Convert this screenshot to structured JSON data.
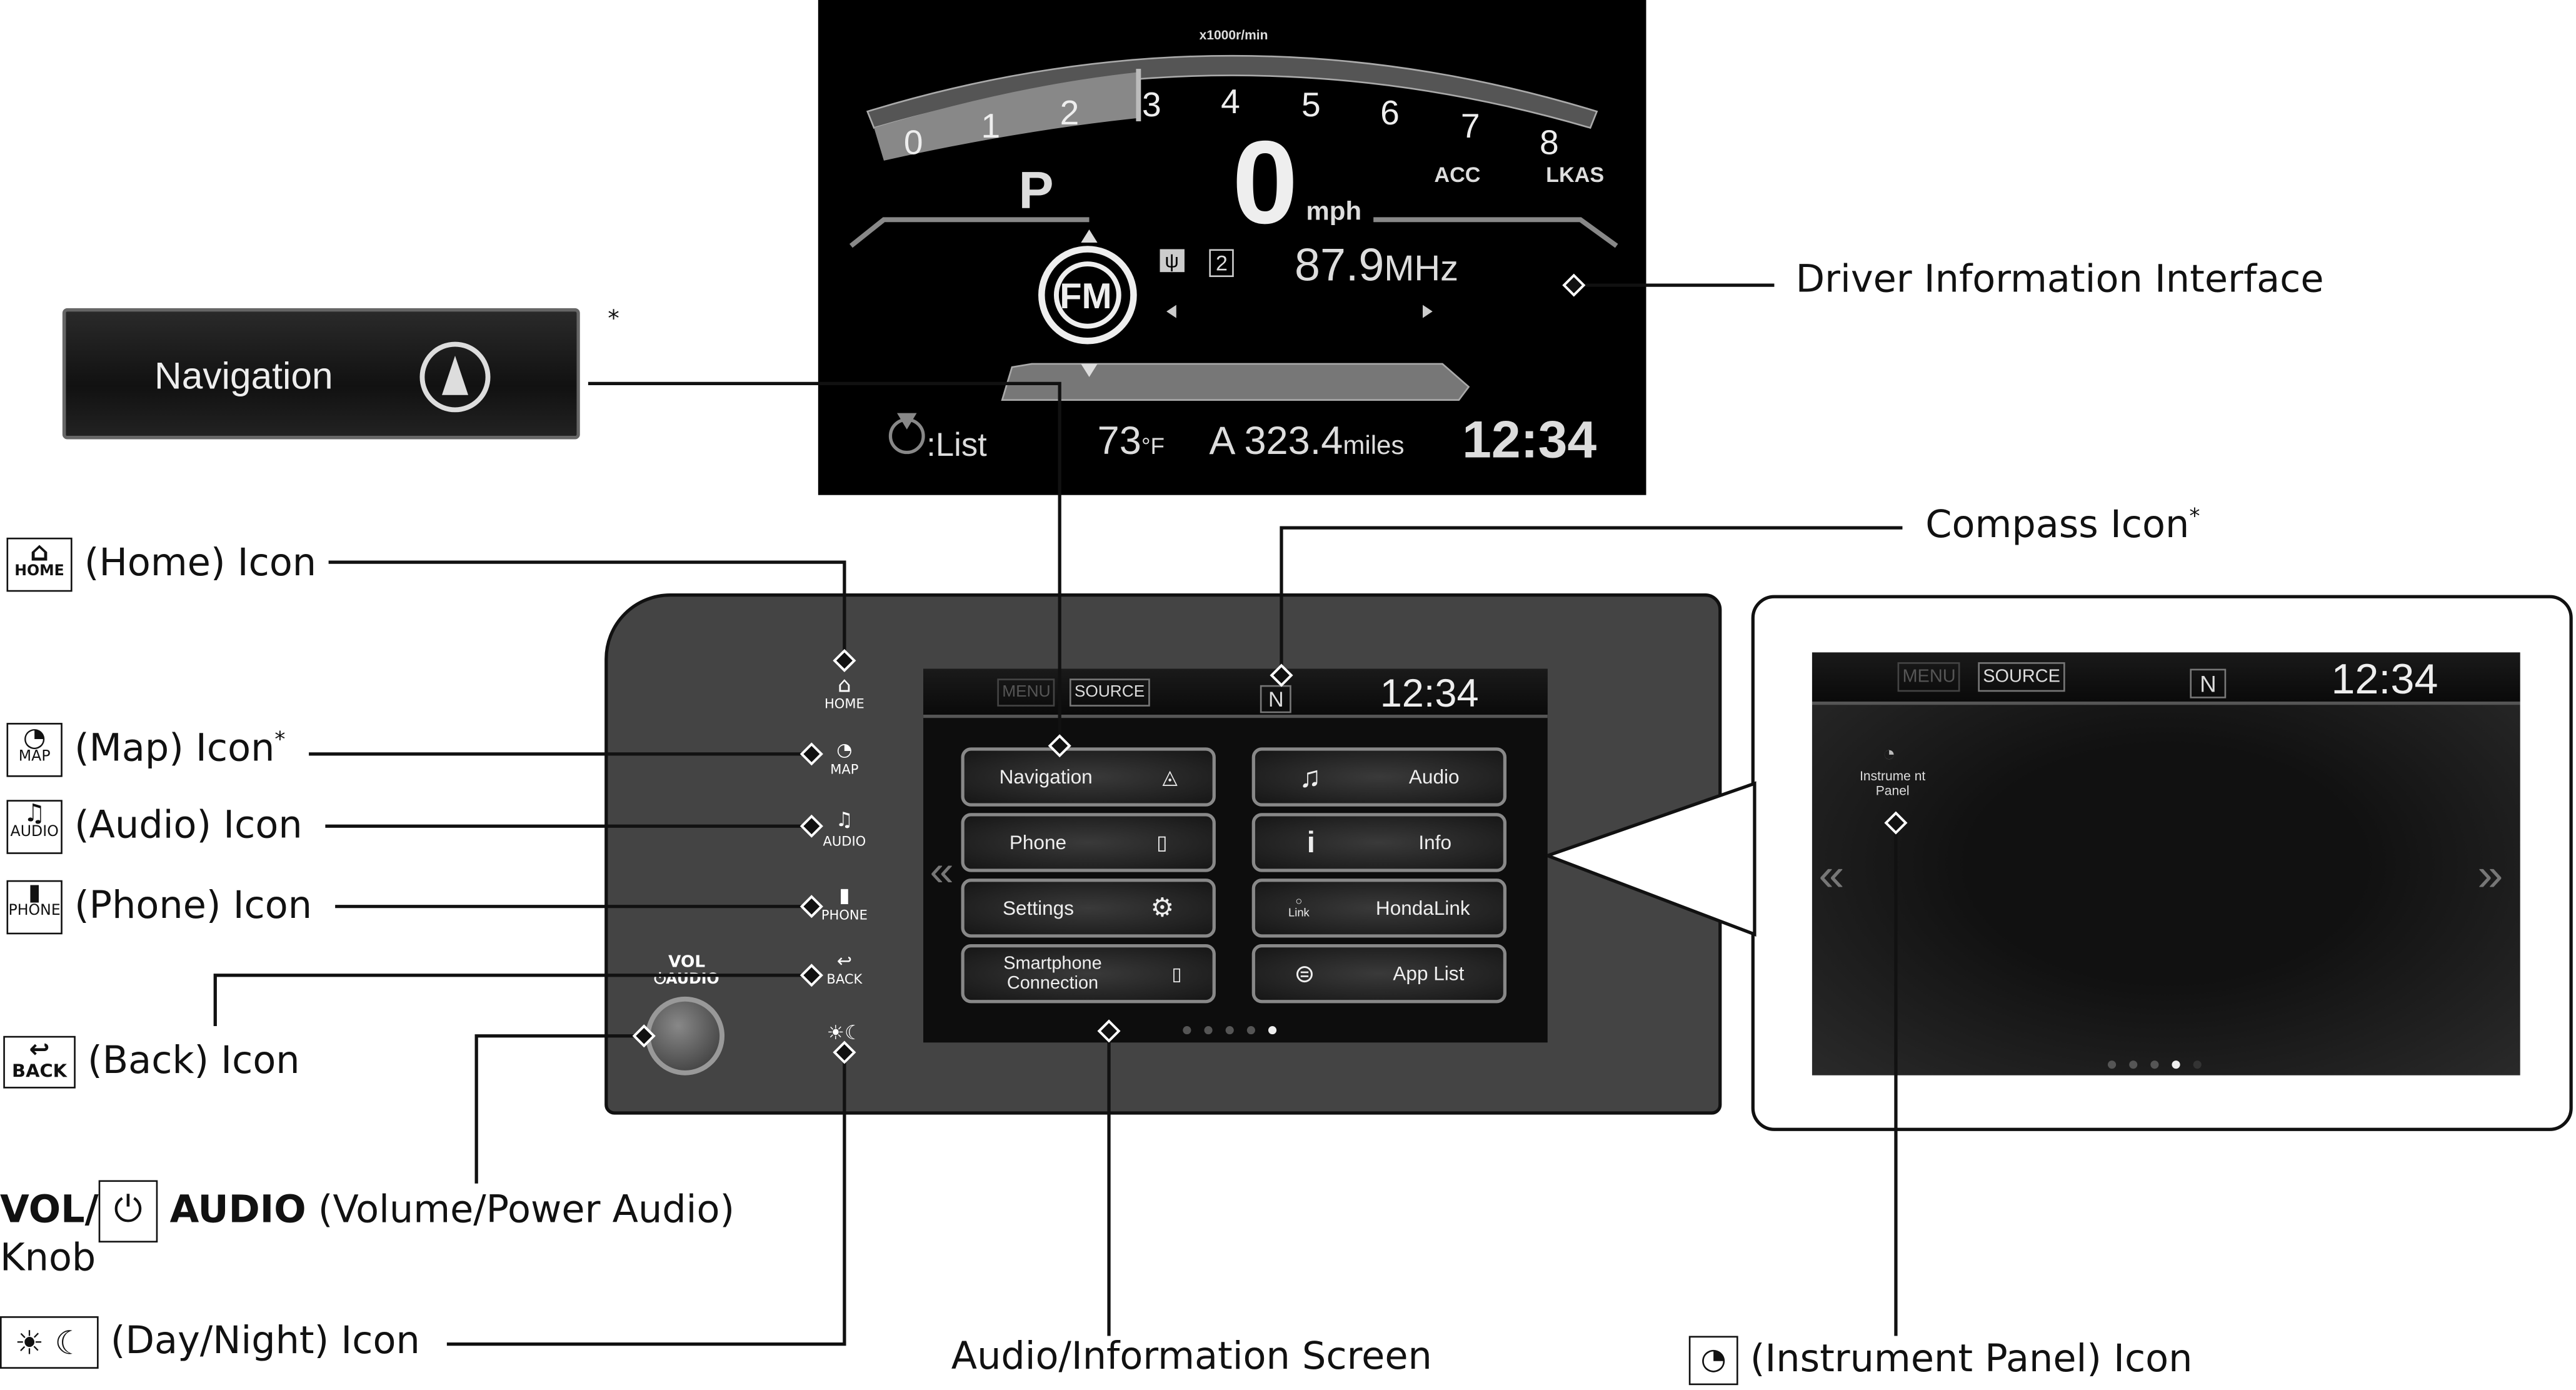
{
  "dash": {
    "rpm_unit": "x1000r/min",
    "tach_numbers": [
      "0",
      "1",
      "2",
      "3",
      "4",
      "5",
      "6",
      "7",
      "8"
    ],
    "gear": "P",
    "speed": "0",
    "speed_unit": "mph",
    "acc": "ACC",
    "lkas": "LKAS",
    "band": "FM",
    "preset": "2",
    "frequency": "87.9",
    "freq_unit": "MHz",
    "list": ":List",
    "temp": "73",
    "temp_unit": "°F",
    "trip": "A 323.4",
    "trip_unit": "miles",
    "clock": "12:34"
  },
  "nav_button": {
    "label": "Navigation",
    "asterisk": "*"
  },
  "callouts": {
    "dii": "Driver Information Interface",
    "compass": "Compass Icon",
    "compass_star": "*",
    "home": "(Home) Icon",
    "map": "(Map) Icon",
    "map_star": "*",
    "audio": "(Audio) Icon",
    "phone": "(Phone) Icon",
    "back": "(Back) Icon",
    "vol_bold": "VOL/",
    "audio_bold": "AUDIO",
    "vol_rest": "(Volume/Power Audio)",
    "knob": "Knob",
    "daynight": "(Day/Night) Icon",
    "screen": "Audio/Information Screen",
    "instrument": "(Instrument Panel) Icon"
  },
  "icon_labels": {
    "home": "HOME",
    "map": "MAP",
    "audio": "AUDIO",
    "phone": "PHONE",
    "back": "BACK"
  },
  "panel": {
    "vol": "VOL",
    "vol_audio": "AUDIO"
  },
  "screen": {
    "menu": "MENU",
    "source": "SOURCE",
    "compass": "N",
    "clock": "12:34",
    "buttons": [
      "Navigation",
      "Audio",
      "Phone",
      "Info",
      "Settings",
      "HondaLink",
      "Smartphone Connection",
      "App List"
    ],
    "link_caption": "Link",
    "page": 5,
    "pages": 5
  },
  "screen2": {
    "menu": "MENU",
    "source": "SOURCE",
    "compass": "N",
    "clock": "12:34",
    "instrument_label": "Instrume nt Panel",
    "page": 4,
    "pages": 5
  }
}
